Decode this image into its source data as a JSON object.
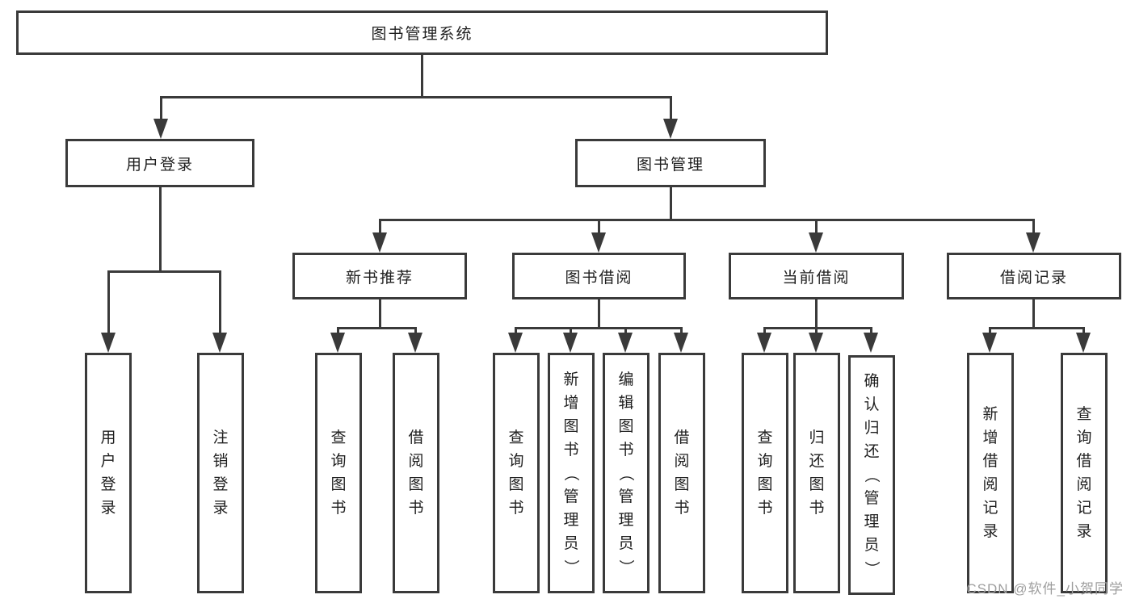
{
  "tree": {
    "root": {
      "label": "图书管理系统"
    },
    "branches": [
      {
        "label": "用户登录",
        "children": [
          "用户登录",
          "注销登录"
        ]
      },
      {
        "label": "图书管理",
        "groups": [
          {
            "label": "新书推荐",
            "children": [
              "查询图书",
              "借阅图书"
            ]
          },
          {
            "label": "图书借阅",
            "children": [
              "查询图书",
              "新增图书（管理员）",
              "编辑图书（管理员）",
              "借阅图书"
            ]
          },
          {
            "label": "当前借阅",
            "children": [
              "查询图书",
              "归还图书",
              "确认归还（管理员）"
            ]
          },
          {
            "label": "借阅记录",
            "children": [
              "新增借阅记录",
              "查询借阅记录"
            ]
          }
        ]
      }
    ]
  },
  "watermark": {
    "text": "CSDN @软件_小贺同学"
  },
  "colors": {
    "line": "#3a3a3a",
    "text": "#1f1f1f",
    "watermark": "#9e9e9e",
    "background": "#ffffff"
  }
}
